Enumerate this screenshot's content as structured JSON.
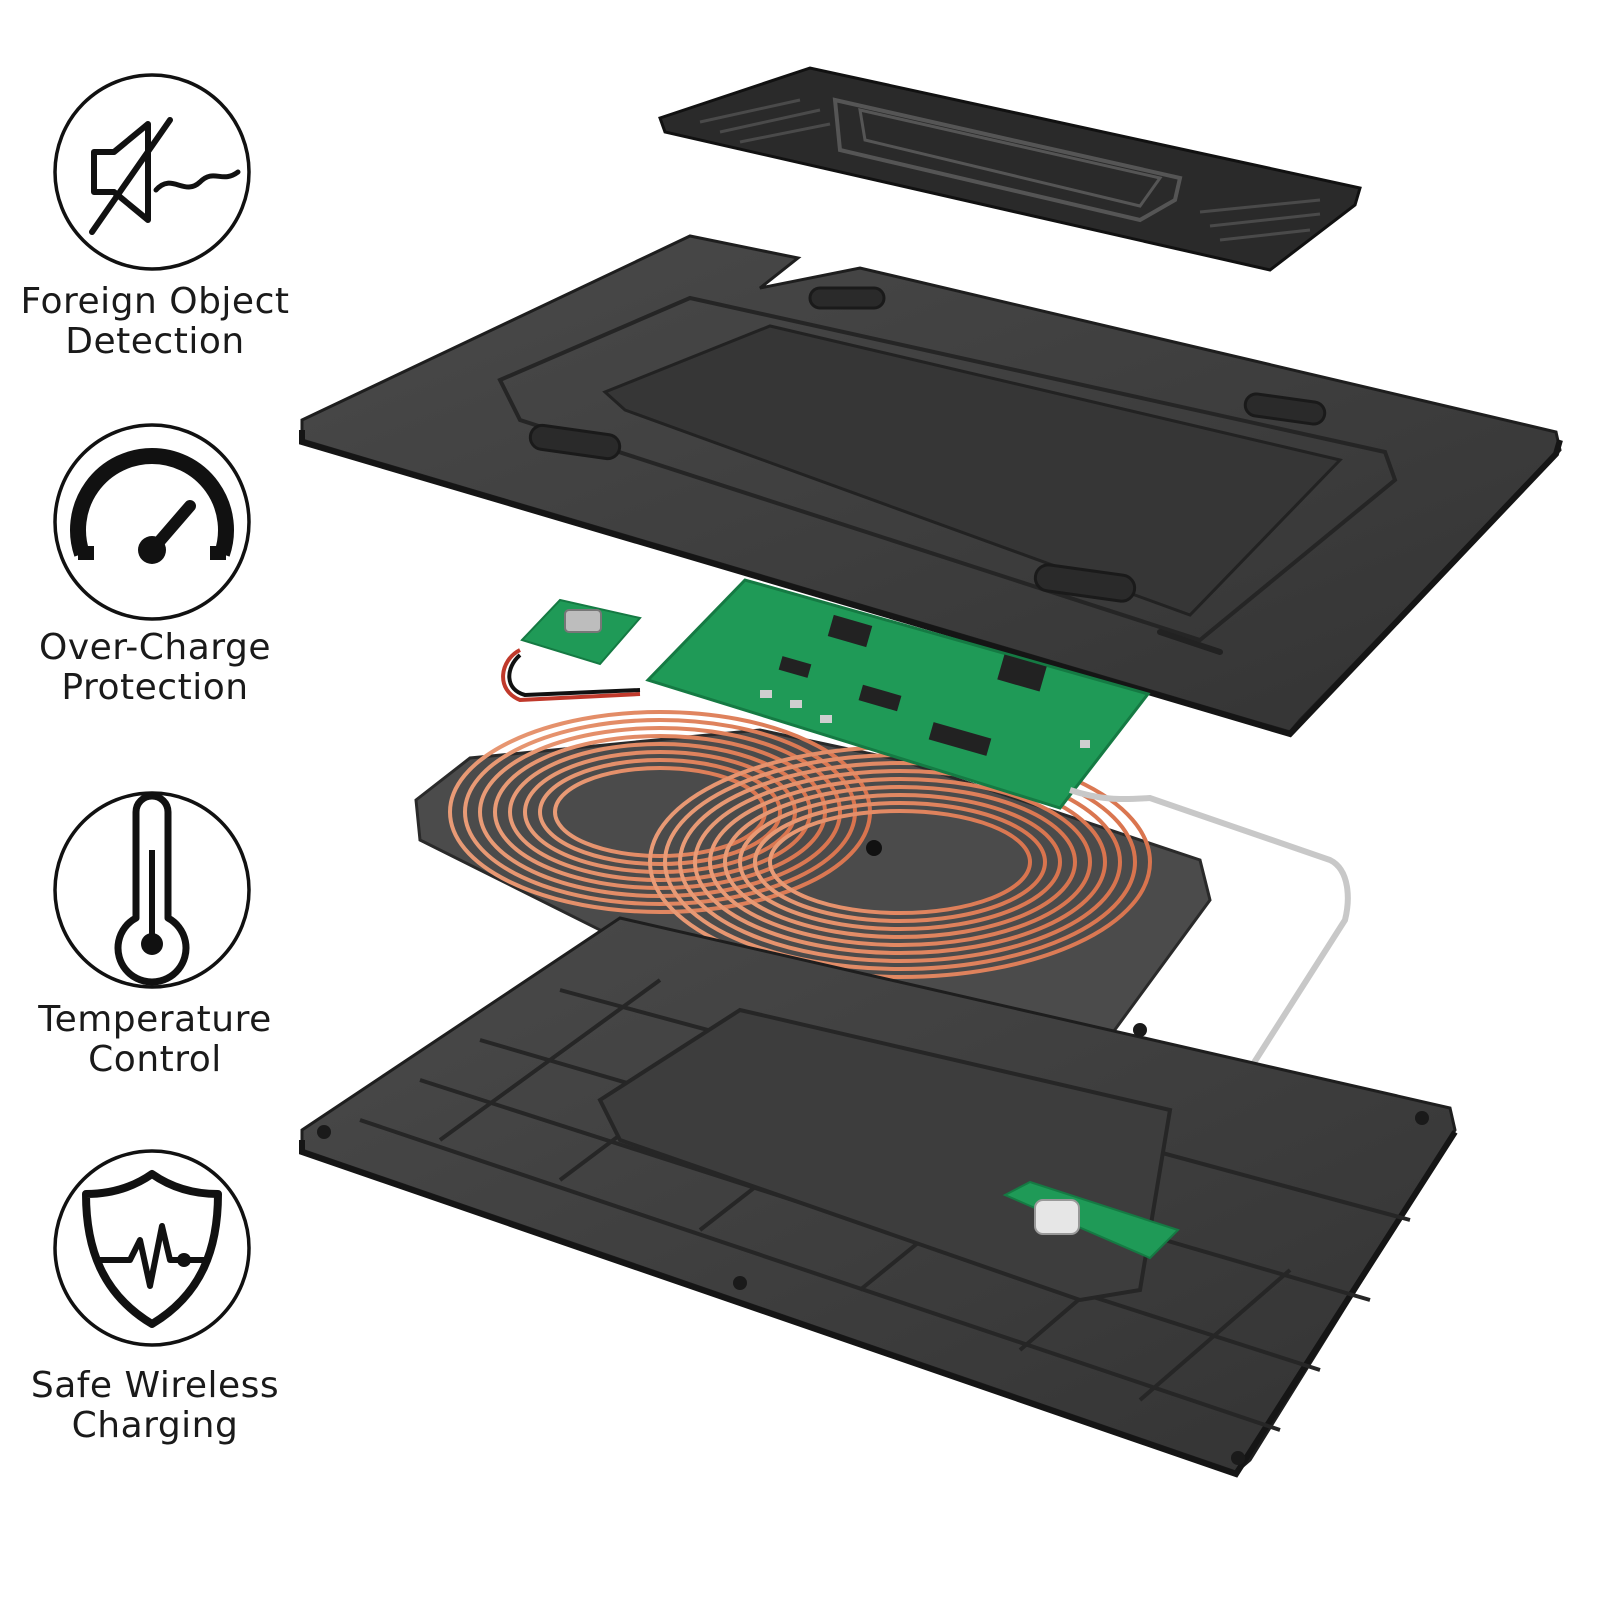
{
  "features": [
    {
      "line1": "Foreign Object",
      "line2": "Detection",
      "icon": "muted-speaker-icon"
    },
    {
      "line1": "Over-Charge",
      "line2": "Protection",
      "icon": "gauge-icon"
    },
    {
      "line1": "Temperature",
      "line2": "Control",
      "icon": "thermometer-icon"
    },
    {
      "line1": "Safe Wireless",
      "line2": "Charging",
      "icon": "shield-pulse-icon"
    }
  ],
  "colors": {
    "shell": "#3a3a3a",
    "shell_edge": "#1e1e1e",
    "pcb": "#1f9a57",
    "coil": "#e0805a",
    "icon_stroke": "#111111"
  }
}
